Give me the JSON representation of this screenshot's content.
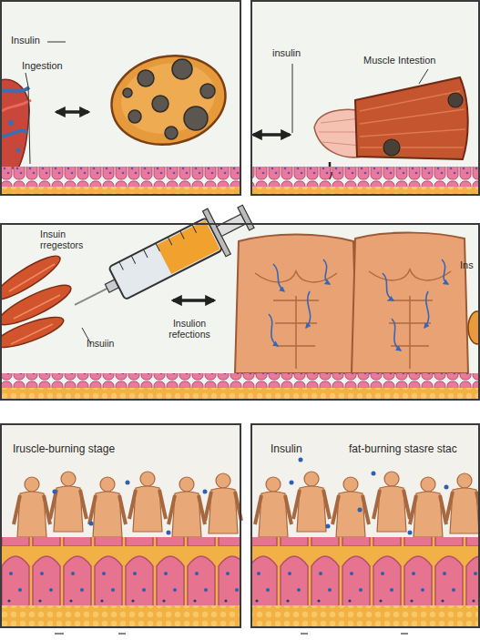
{
  "diagram": {
    "nodes": [
      {
        "text": [
          "Insulin",
          "Ingestion"
        ]
      },
      {
        "text": [
          "insulin",
          "Muscle Intestion"
        ]
      },
      {
        "text": [
          "Insuin rregestors",
          "Insulion refections",
          "Insuiin",
          "Ins"
        ]
      },
      {
        "text": [
          "Iruscle-burning stage"
        ]
      },
      {
        "text": [
          "Insulin",
          "fat-burning stasre stac"
        ]
      }
    ]
  }
}
